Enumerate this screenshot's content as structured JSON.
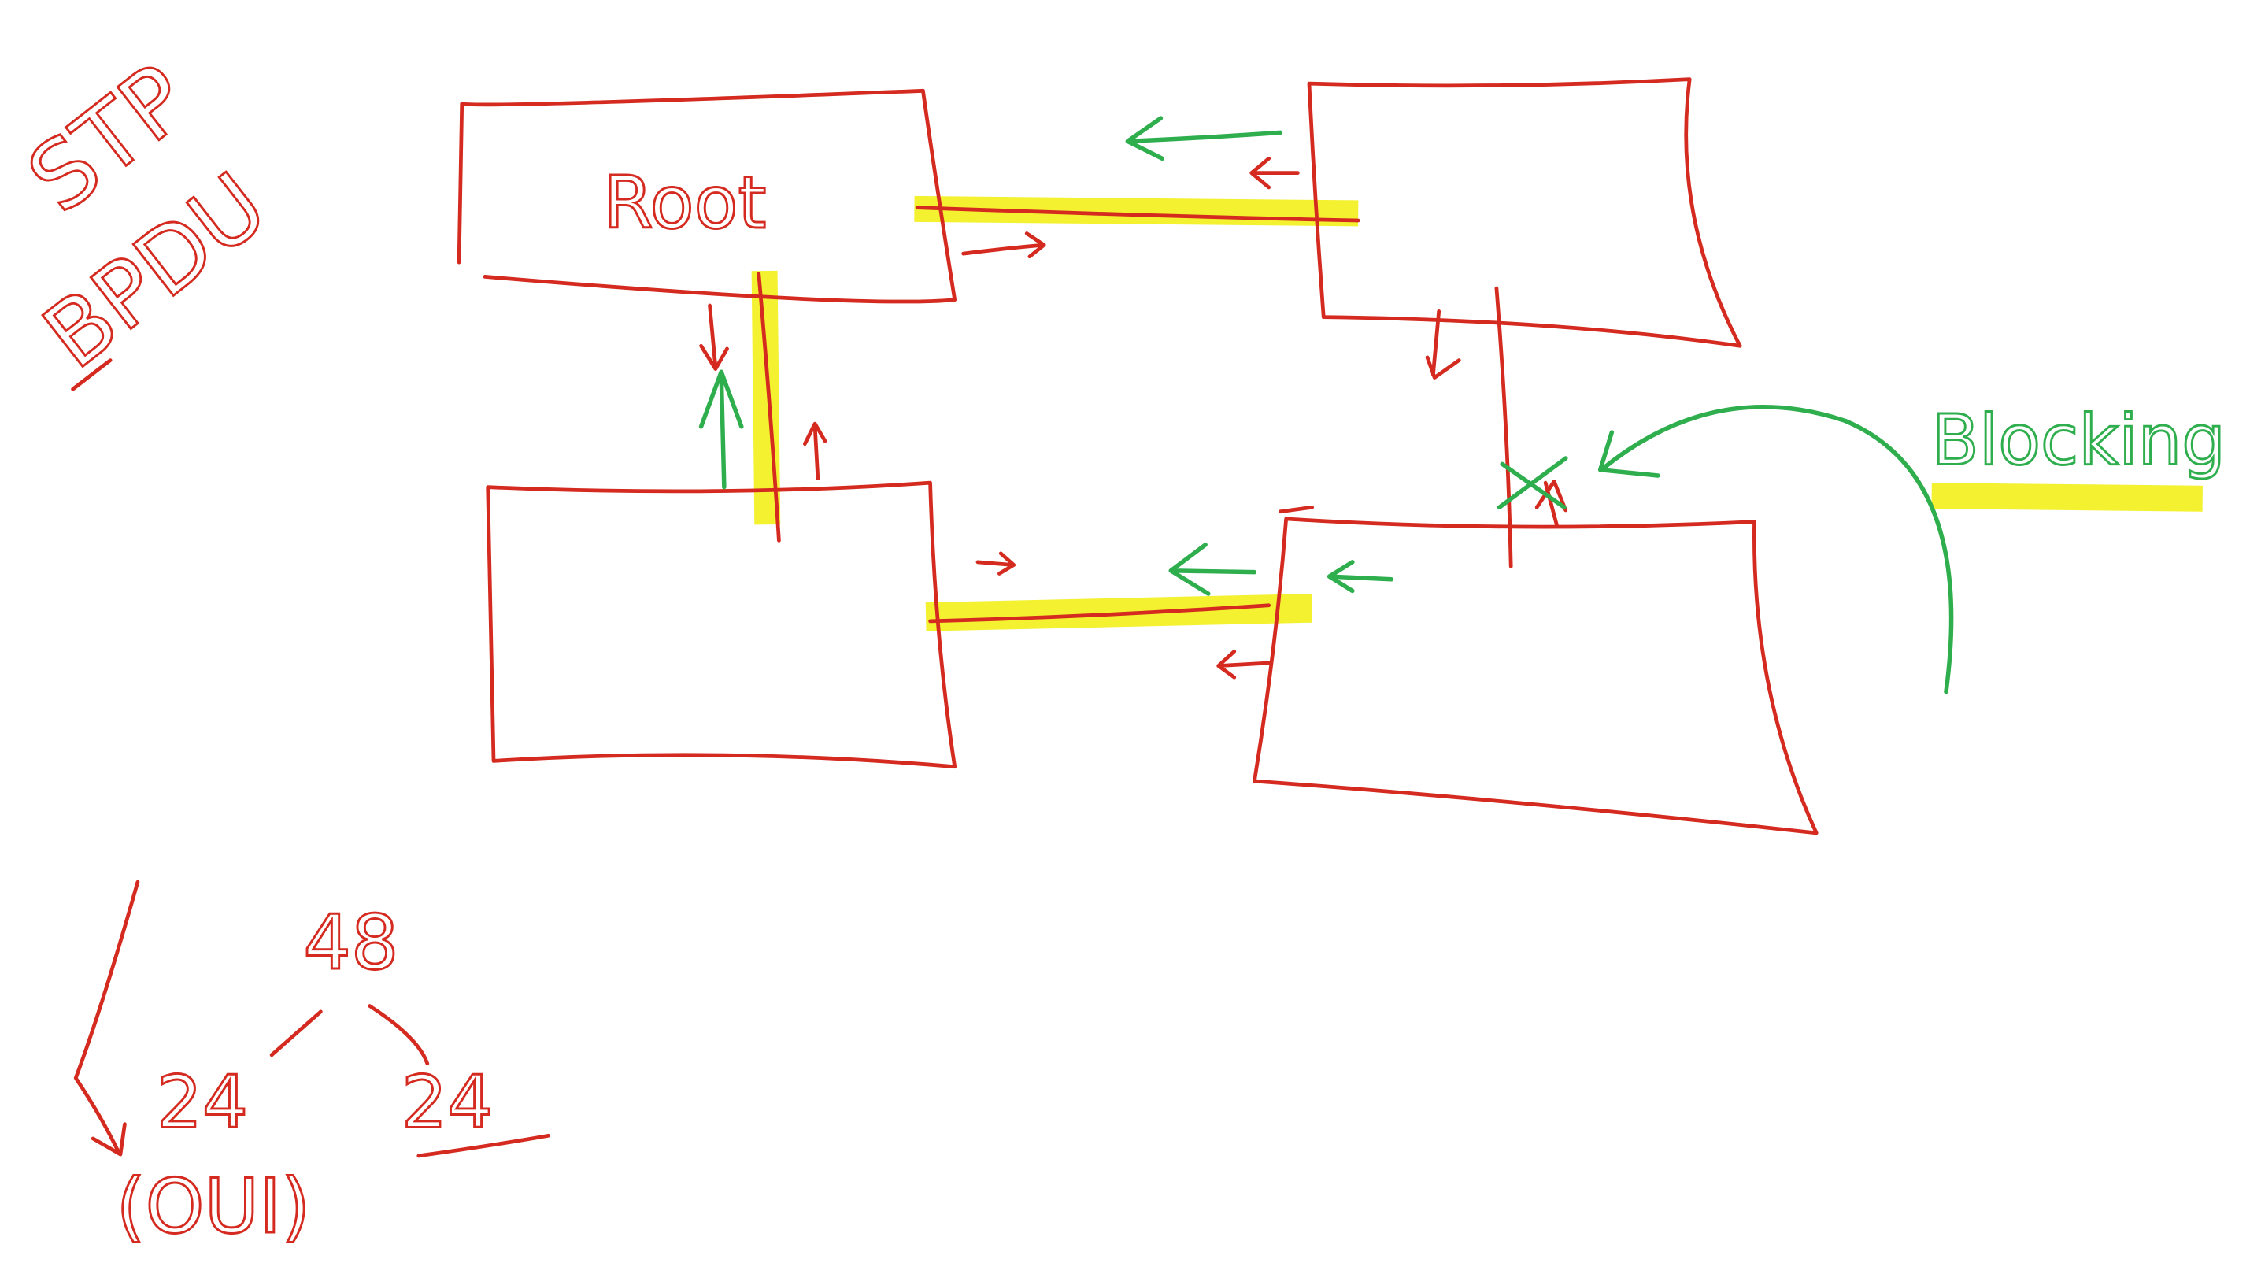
{
  "diagram": {
    "side_labels": {
      "protocol": "STP",
      "frame": "BPDU"
    },
    "root_switch_label": "Root",
    "blocking_label": "Blocking",
    "address_breakdown": {
      "total_bits": "48",
      "left_bits": "24",
      "right_bits": "24",
      "left_meaning": "(OUI)"
    },
    "colors": {
      "ink": "#d42a1f",
      "annotation": "#2fae4e",
      "highlight": "#f2ef1a",
      "background": "#ffffff"
    }
  }
}
